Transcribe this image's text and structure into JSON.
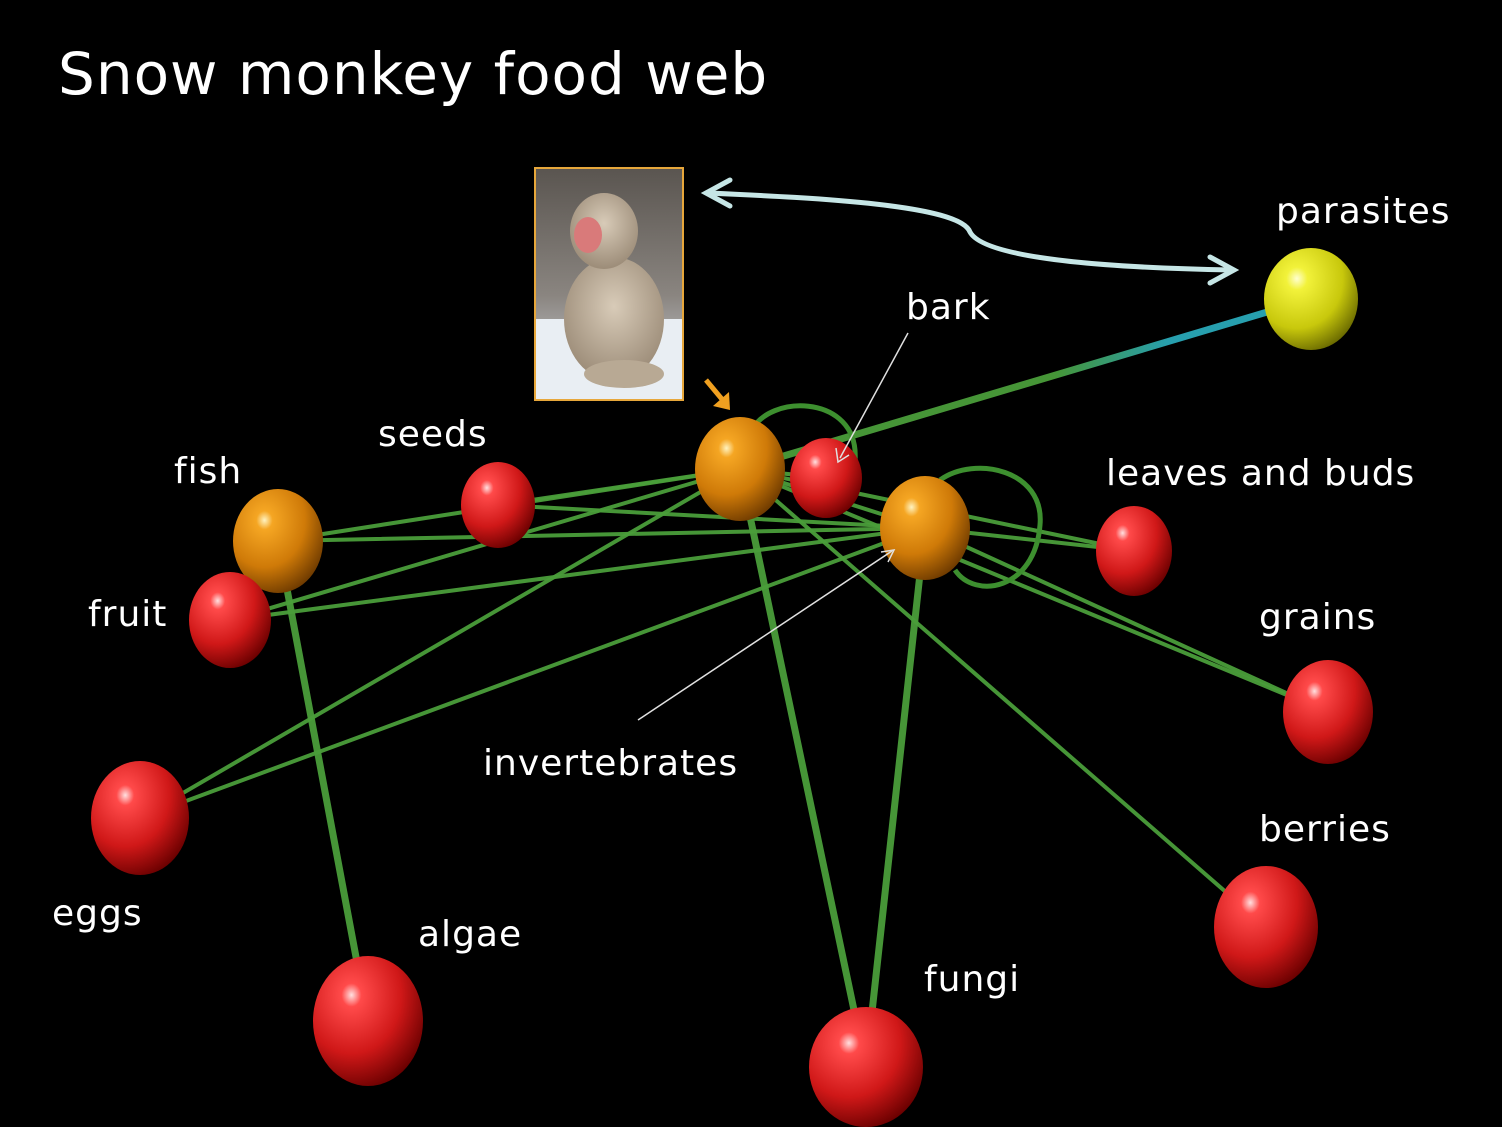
{
  "title": "Snow monkey food web",
  "nodes": [
    {
      "id": "parasites",
      "label": "parasites",
      "kind": "yellow"
    },
    {
      "id": "bark",
      "label": "bark",
      "kind": "red"
    },
    {
      "id": "seeds",
      "label": "seeds",
      "kind": "red"
    },
    {
      "id": "fish",
      "label": "fish",
      "kind": "orange"
    },
    {
      "id": "monkey",
      "label": "",
      "kind": "orange"
    },
    {
      "id": "invertebrates",
      "label": "invertebrates",
      "kind": "orange"
    },
    {
      "id": "leaves",
      "label": "leaves and buds",
      "kind": "red"
    },
    {
      "id": "fruit",
      "label": "fruit",
      "kind": "red"
    },
    {
      "id": "grains",
      "label": "grains",
      "kind": "red"
    },
    {
      "id": "berries",
      "label": "berries",
      "kind": "red"
    },
    {
      "id": "eggs",
      "label": "eggs",
      "kind": "red"
    },
    {
      "id": "algae",
      "label": "algae",
      "kind": "red"
    },
    {
      "id": "fungi",
      "label": "fungi",
      "kind": "red"
    }
  ],
  "links": [
    [
      "monkey",
      "parasites"
    ],
    [
      "monkey",
      "fish"
    ],
    [
      "monkey",
      "fruit"
    ],
    [
      "monkey",
      "seeds"
    ],
    [
      "monkey",
      "eggs"
    ],
    [
      "monkey",
      "fungi"
    ],
    [
      "monkey",
      "berries"
    ],
    [
      "monkey",
      "leaves"
    ],
    [
      "monkey",
      "grains"
    ],
    [
      "monkey",
      "invertebrates"
    ],
    [
      "monkey",
      "bark"
    ],
    [
      "invertebrates",
      "fish"
    ],
    [
      "invertebrates",
      "fruit"
    ],
    [
      "invertebrates",
      "seeds"
    ],
    [
      "invertebrates",
      "eggs"
    ],
    [
      "invertebrates",
      "fungi"
    ],
    [
      "invertebrates",
      "leaves"
    ],
    [
      "invertebrates",
      "grains"
    ],
    [
      "fish",
      "algae"
    ]
  ],
  "colors": {
    "background": "#000000",
    "link": "#4a9e3a",
    "node_red": "#d81e1e",
    "node_orange": "#d9820a",
    "node_yellow": "#e6e61a",
    "pointer_arrow": "#f0a020",
    "photo_border": "#e7a73b",
    "parasite_arrow": "#c6e6e6"
  }
}
